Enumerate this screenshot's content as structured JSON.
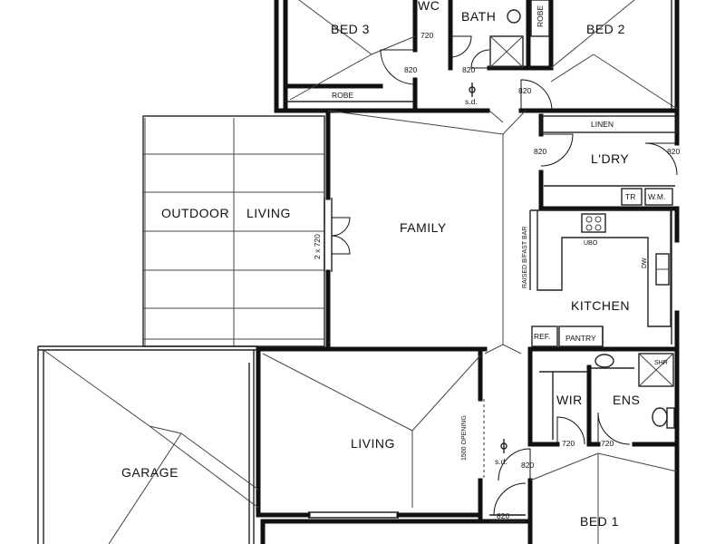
{
  "rooms": {
    "bed3": "BED 3",
    "wc": "WC",
    "bath": "BATH",
    "robe_top": "ROBE",
    "bed2": "BED 2",
    "robe": "ROBE",
    "linen": "LINEN",
    "laundry": "L'DRY",
    "tr": "TR",
    "wm": "W.M.",
    "outdoor": "OUTDOOR",
    "living_word": "LIVING",
    "family": "FAMILY",
    "raised_bar": "RAISED B/FAST BAR",
    "ubo": "UBO",
    "dw": "DW",
    "kitchen": "KITCHEN",
    "ref": "REF.",
    "pantry": "PANTRY",
    "wir": "WIR",
    "ens": "ENS",
    "shr": "SHR",
    "living": "LIVING",
    "garage": "GARAGE",
    "opening": "1500 OPENING",
    "bed1": "BED 1"
  },
  "labels": {
    "d720_wc": "720",
    "d820_bed3": "820",
    "d820_bath": "820",
    "sd_top": "s.d.",
    "d820_bed2": "820",
    "d820_ldry_left": "820",
    "d820_ldry_right": "820",
    "d2x720": "2 x 720",
    "d720_wir": "720",
    "d720_ens": "720",
    "sd_bottom": "s.d.",
    "d820_living": "820",
    "d820_bottom": "820"
  }
}
